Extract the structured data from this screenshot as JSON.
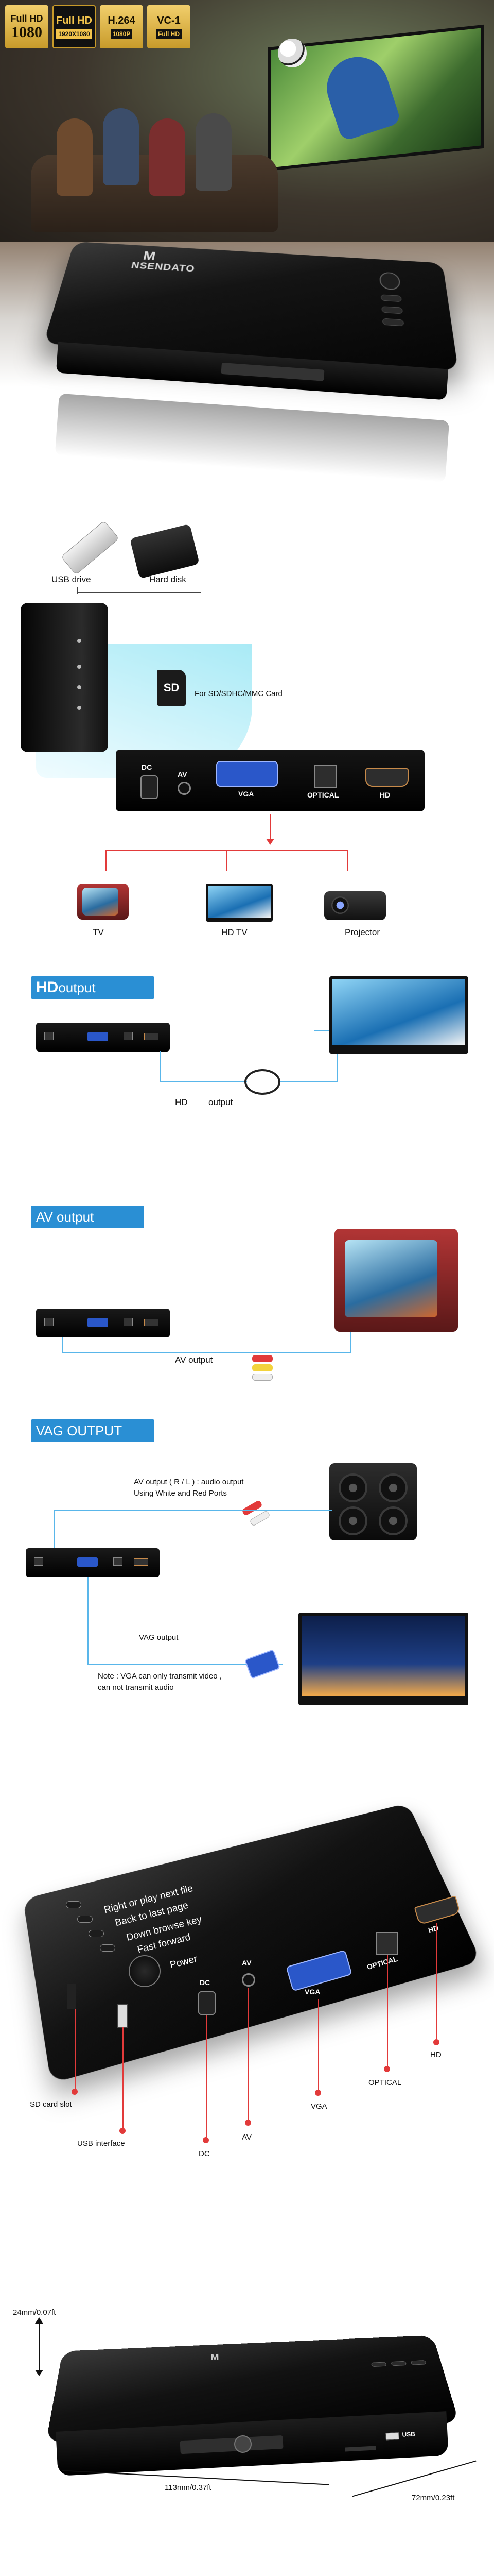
{
  "hero": {
    "badges": [
      {
        "top": "Full HD",
        "num": "1080",
        "sub": ""
      },
      {
        "top": "Full HD",
        "num": "",
        "sub": "1920X1080"
      },
      {
        "top": "H.264",
        "num": "",
        "sub": "1080P"
      },
      {
        "top": "VC-1",
        "num": "",
        "sub": "Full HD"
      }
    ],
    "logo_text": "NSENDATO",
    "logo_mark": "M"
  },
  "connect": {
    "usb_label": "USB drive",
    "hdd_label": "Hard disk",
    "sd_text": "SD",
    "sd_label": "For SD/SDHC/MMC Card",
    "ports": {
      "dc": "DC",
      "av": "AV",
      "vga": "VGA",
      "optical": "OPTICAL",
      "hd": "HD"
    },
    "outputs": [
      {
        "label": "TV"
      },
      {
        "label": "HD TV"
      },
      {
        "label": "Projector"
      }
    ]
  },
  "hd_output": {
    "title_strong": "HD",
    "title_rest": " output",
    "label_hd": "HD",
    "label_output": "output"
  },
  "av_output": {
    "title": "AV output",
    "label": "AV output"
  },
  "vag_output": {
    "title": "VAG OUTPUT",
    "audio_line1": "AV output ( R / L ) : audio output",
    "audio_line2": "Using White and Red Ports",
    "vga_label": "VAG output",
    "note_line1": "Note : VGA can only transmit video ,",
    "note_line2": "can not transmit audio"
  },
  "features": {
    "buttons": [
      "Right or play next file",
      "Back to last page",
      "Down browse key",
      "Fast forward",
      "Power"
    ],
    "ports": {
      "dc": "DC",
      "av": "AV",
      "vga": "VGA",
      "optical": "OPTICAL",
      "hd": "HD"
    },
    "callouts": {
      "sd": "SD card slot",
      "usb": "USB interface",
      "dc": "DC",
      "av": "AV",
      "vga": "VGA",
      "optical": "OPTICAL",
      "hd": "HD"
    }
  },
  "dimensions": {
    "height": "24mm/0.07ft",
    "length": "113mm/0.37ft",
    "width": "72mm/0.23ft",
    "usb_port": "USB"
  },
  "colors": {
    "accent": "#2a8fd4",
    "callout": "#e23a3a",
    "line": "#59b6ea"
  }
}
